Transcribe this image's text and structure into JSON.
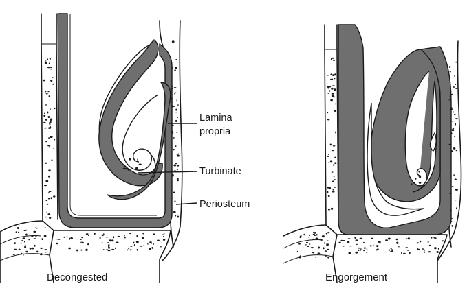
{
  "panels": [
    {
      "caption": "Decongested",
      "labels": [
        {
          "lines": [
            "Lamina",
            "propria"
          ]
        },
        {
          "lines": [
            "Turbinate"
          ]
        },
        {
          "lines": [
            "Periosteum"
          ]
        }
      ]
    },
    {
      "caption": "Engorgement"
    }
  ],
  "colors": {
    "mucosa": "#6f6f6f",
    "ink": "#1a1a1a",
    "background": "#ffffff"
  }
}
